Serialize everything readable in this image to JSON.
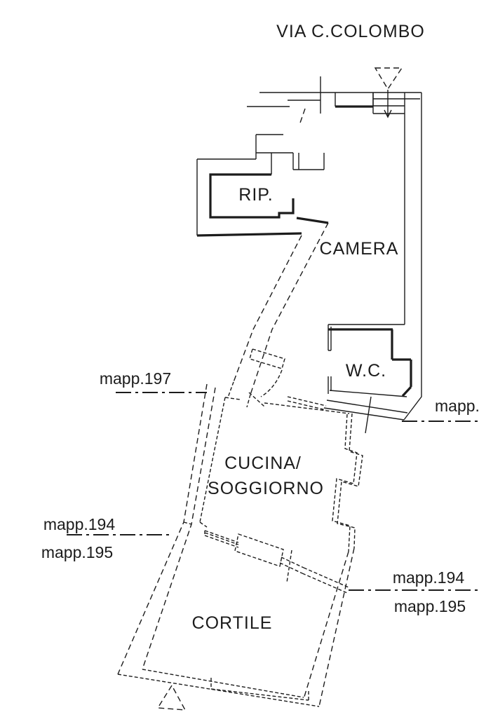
{
  "street_label": "VIA C.COLOMBO",
  "rooms": {
    "rip": "RIP.",
    "camera": "CAMERA",
    "wc": "W.C.",
    "cucina_line1": "CUCINA/",
    "cucina_line2": "SOGGIORNO",
    "cortile": "CORTILE"
  },
  "parcels": {
    "left_197": "mapp.197",
    "right_cut": "mapp.",
    "left_194": "mapp.194",
    "left_195": "mapp.195",
    "right_194": "mapp.194",
    "right_195": "mapp.195"
  },
  "colors": {
    "line": "#1c1c1c",
    "background": "#ffffff"
  }
}
